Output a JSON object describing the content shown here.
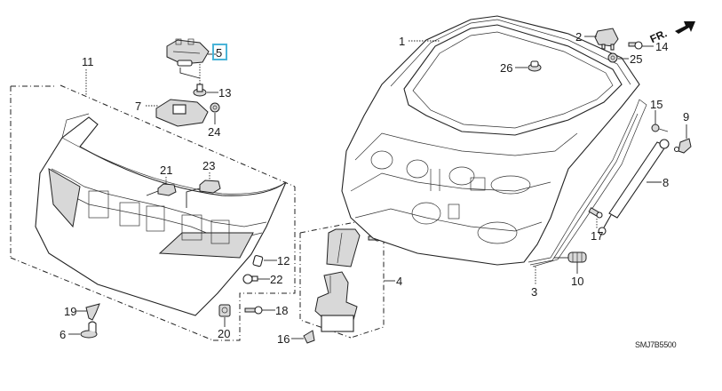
{
  "diagram": {
    "title": "Tailgate parts diagram",
    "diagram_code": "SMJ7B5500",
    "direction_label": "FR.",
    "highlight_color": "#4ab4d8",
    "highlighted_callout": "5",
    "callouts": {
      "c1": "1",
      "c2": "2",
      "c3": "3",
      "c4": "4",
      "c5": "5",
      "c6": "6",
      "c7": "7",
      "c8": "8",
      "c9": "9",
      "c10": "10",
      "c11": "11",
      "c12": "12",
      "c13": "13",
      "c14": "14",
      "c15": "15",
      "c16": "16",
      "c17": "17",
      "c18": "18",
      "c19": "19",
      "c20": "20",
      "c21": "21",
      "c22": "22",
      "c23": "23",
      "c24": "24",
      "c25": "25",
      "c26": "26"
    }
  }
}
